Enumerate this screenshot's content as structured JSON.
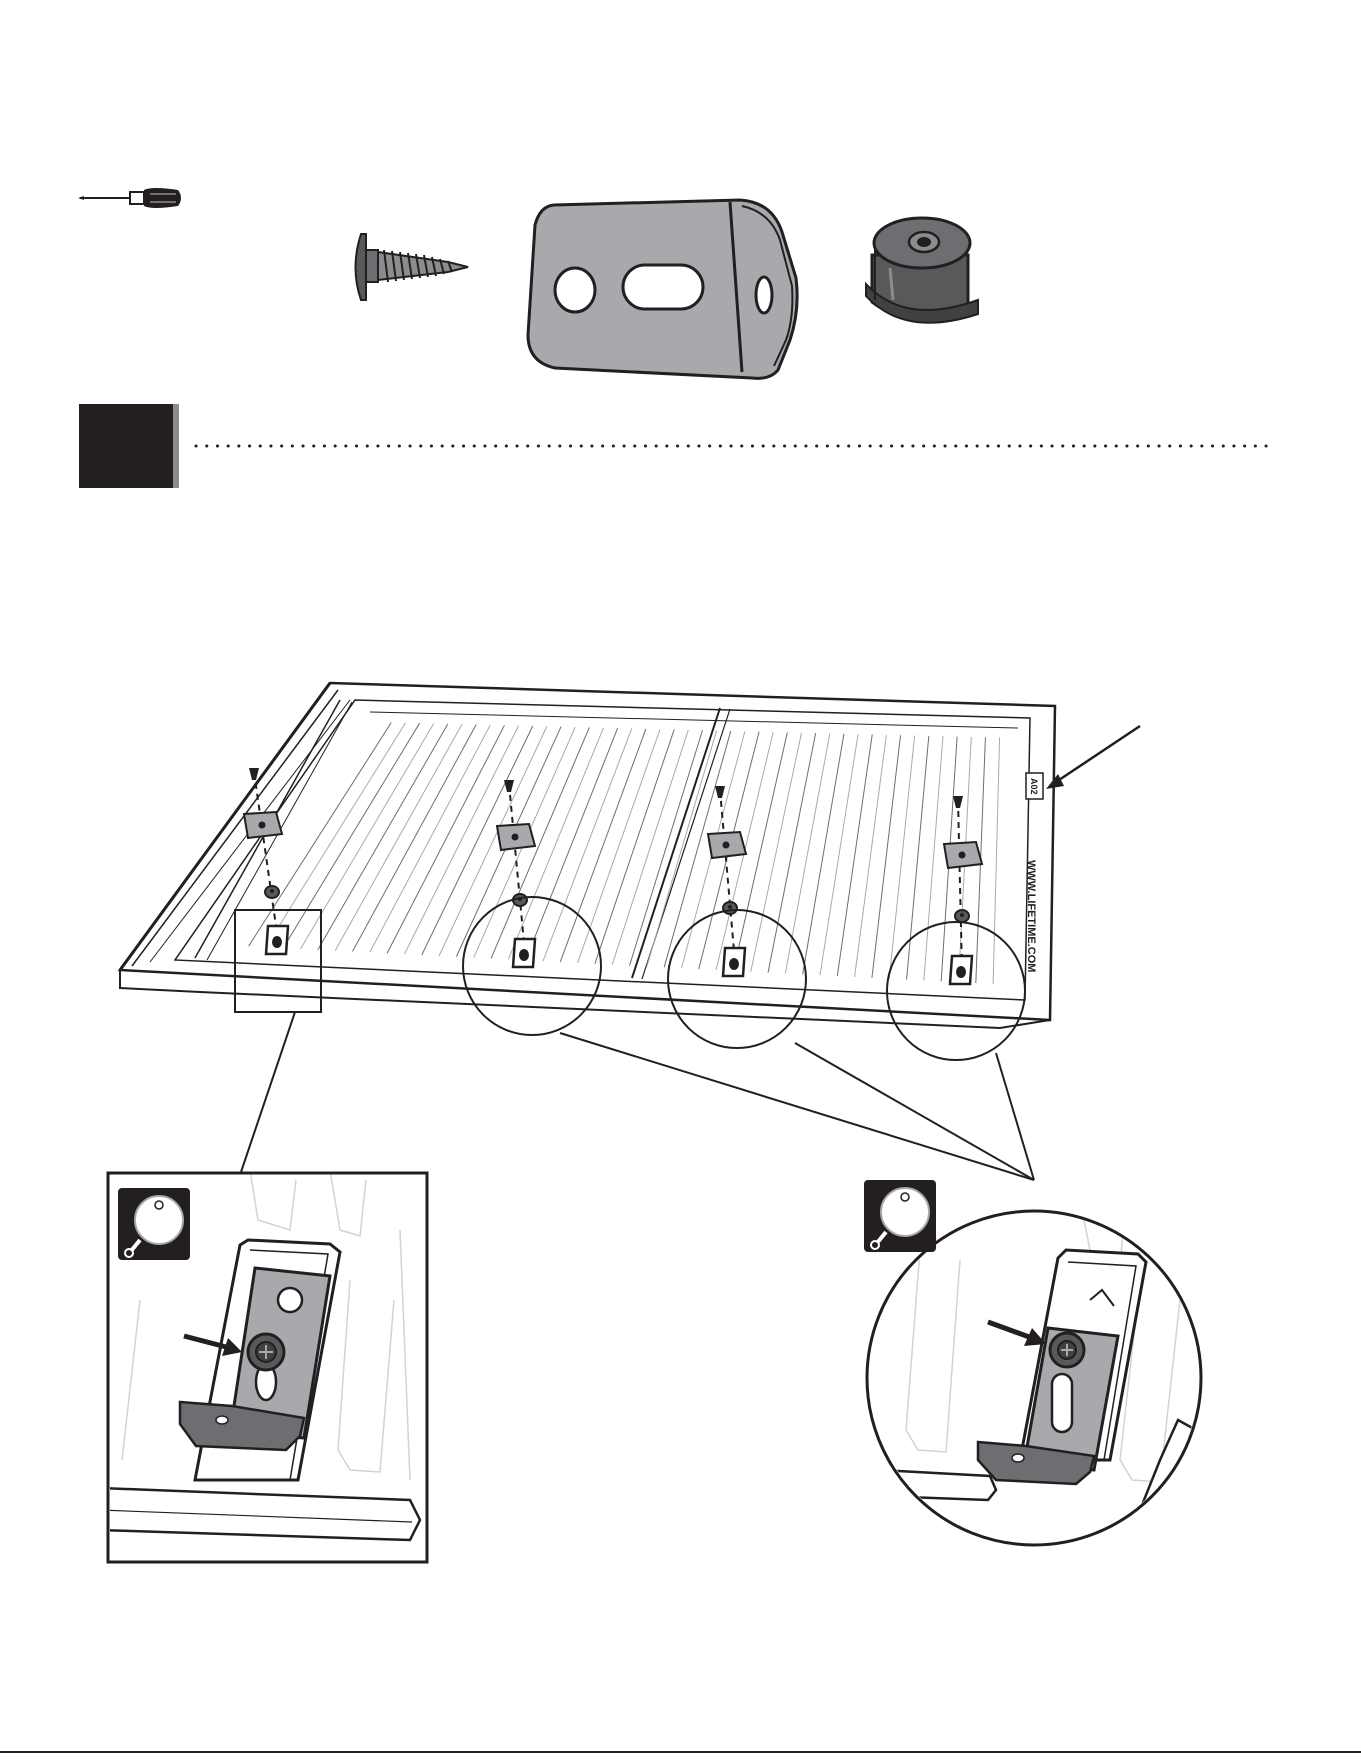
{
  "page": {
    "background": "#ffffff",
    "ink": "#231f20",
    "part_gray": "#a7a9ac",
    "dark_gray": "#58595b"
  },
  "step": {
    "number_box_color": "#231f20",
    "number_box_edge": "#8c8c8c"
  },
  "hardware": [
    {
      "name": "screwdriver-icon"
    },
    {
      "name": "screw-icon"
    },
    {
      "name": "bracket-icon"
    },
    {
      "name": "plug-icon"
    }
  ],
  "panel": {
    "molded_text": "WWW.LIFETIME.COM",
    "part_tag": "A02"
  },
  "callouts": [
    {
      "name": "magnify-detail-square",
      "icon": "magnifier-icon"
    },
    {
      "name": "magnify-detail-circle",
      "icon": "magnifier-icon"
    }
  ]
}
